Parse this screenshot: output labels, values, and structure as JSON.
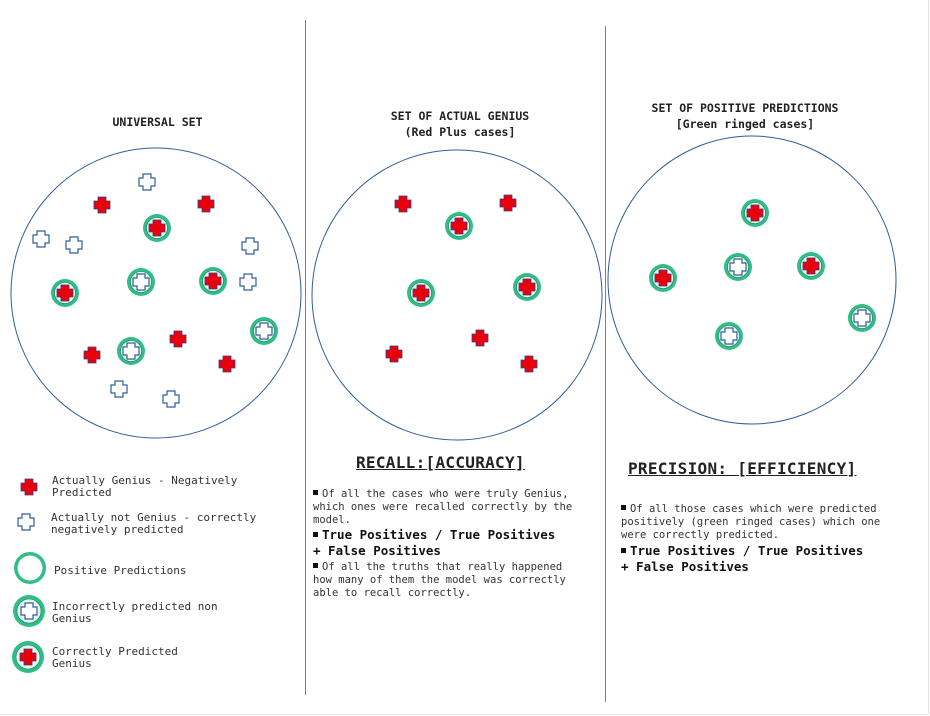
{
  "panels": {
    "universal": {
      "title": "UNIVERSAL SET"
    },
    "genius": {
      "title_line1": "SET OF ACTUAL GENIUS",
      "title_line2": "(Red Plus cases]"
    },
    "positive": {
      "title_line1": "SET OF POSITIVE PREDICTIONS",
      "title_line2": "[Green ringed cases]"
    }
  },
  "legend": {
    "actual_genius_line1": "Actually Genius - Negatively",
    "actual_genius_line2": "Predicted",
    "not_genius_line1": "Actually not Genius - correctly",
    "not_genius_line2": "negatively predicted",
    "positive_predictions": "Positive Predictions",
    "incorrect_line1": "Incorrectly predicted non",
    "incorrect_line2": "Genius",
    "correct_line1": "Correctly Predicted",
    "correct_line2": "Genius"
  },
  "recall": {
    "heading": "RECALL:[ACCURACY]",
    "para1_line1": "Of all the cases who were truly Genius,",
    "para1_line2": "which ones were recalled correctly by the",
    "para1_line3": "model.",
    "formula_line1": "True Positives / True Positives",
    "formula_line2": "+ False Positives",
    "para2_line1": "Of all the truths that really happened",
    "para2_line2": "how many of them the model was correctly",
    "para2_line3": "able to recall correctly."
  },
  "precision": {
    "heading": "PRECISION: [EFFICIENCY]",
    "para1_line1": "Of all those cases which were predicted",
    "para1_line2": "positively (green ringed cases) which one",
    "para1_line3": "were correctly predicted.",
    "formula_line1": "True Positives / True Positives",
    "formula_line2": "+ False Positives"
  },
  "colors": {
    "red_plus": "#e8000b",
    "red_plus_outline": "#3a3a8a",
    "white_plus_outline": "#2f5f9a",
    "green_ring": "#2fbf86",
    "green_ring_fill": "#e6f7ef",
    "circle_stroke": "#2f5f9a",
    "divider": "#5a86b0"
  },
  "icons": {
    "red_plus": "red-plus-icon",
    "white_plus": "white-plus-icon",
    "green_ring": "green-ring-icon"
  }
}
